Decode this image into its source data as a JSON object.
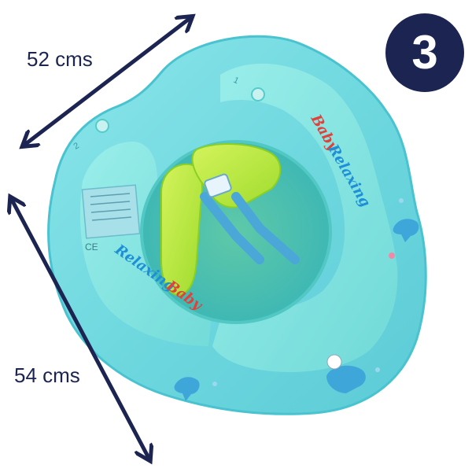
{
  "dimensions": {
    "width_label": "52 cms",
    "length_label": "54 cms"
  },
  "badge": {
    "number": "3"
  },
  "product": {
    "brand_text": "Relaxing Baby",
    "brand_word_1": "Relaxing",
    "brand_word_2": "Baby",
    "chamber_1": "1",
    "chamber_2": "2",
    "ce_mark": "CE"
  },
  "colors": {
    "arrow": "#1c2451",
    "badge": "#1c2451",
    "float_body": "#6fdbe0",
    "seat": "#b6e83a",
    "brand_relaxing": "#1e8fd6",
    "brand_baby": "#e2413b"
  },
  "icons": [
    "double-arrow-icon",
    "dolphin-icon",
    "bubbles-icon",
    "label-patch-icon"
  ]
}
